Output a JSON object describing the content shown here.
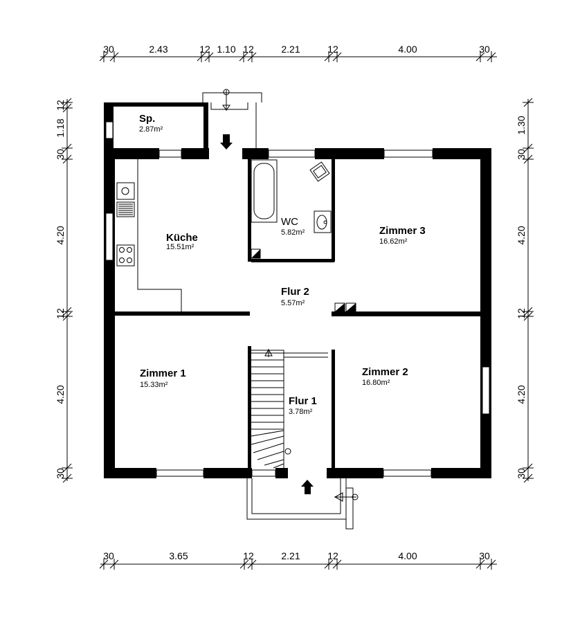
{
  "dimensions": {
    "top": [
      "30",
      "2.43",
      "12",
      "1.10",
      "12",
      "2.21",
      "12",
      "4.00",
      "30"
    ],
    "bottom": [
      "30",
      "3.65",
      "12",
      "2.21",
      "12",
      "4.00",
      "30"
    ],
    "left": [
      "12",
      "1.18",
      "30",
      "4.20",
      "12",
      "4.20",
      "30"
    ],
    "right": [
      "1.30",
      "30",
      "4.20",
      "12",
      "4.20",
      "30"
    ]
  },
  "rooms": [
    {
      "id": "sp",
      "name": "Sp.",
      "area": "2.87m²"
    },
    {
      "id": "kueche",
      "name": "Küche",
      "area": "15.51m²"
    },
    {
      "id": "wc",
      "name": "WC",
      "area": "5.82m²"
    },
    {
      "id": "zimmer3",
      "name": "Zimmer 3",
      "area": "16.62m²"
    },
    {
      "id": "flur2",
      "name": "Flur 2",
      "area": "5.57m²"
    },
    {
      "id": "zimmer1",
      "name": "Zimmer 1",
      "area": "15.33m²"
    },
    {
      "id": "zimmer2",
      "name": "Zimmer 2",
      "area": "16.80m²"
    },
    {
      "id": "flur1",
      "name": "Flur 1",
      "area": "3.78m²"
    }
  ]
}
